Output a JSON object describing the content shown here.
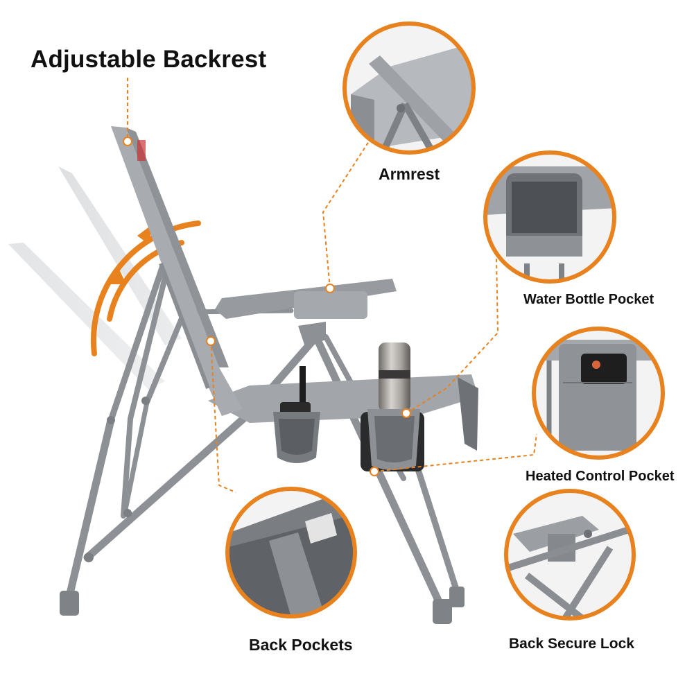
{
  "title": "Adjustable Backrest",
  "callouts": {
    "armrest": "Armrest",
    "water_bottle_pocket": "Water Bottle Pocket",
    "heated_control_pocket": "Heated Control Pocket",
    "back_pockets": "Back Pockets",
    "back_secure_lock": "Back Secure Lock"
  },
  "colors": {
    "accent": "#e8821e",
    "frame": "#8e9296",
    "fabric": "#9ea1a5",
    "fabric_dark": "#6f7276"
  }
}
